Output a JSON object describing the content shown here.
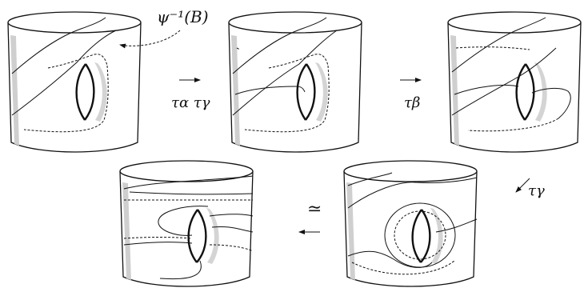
{
  "labels": {
    "preimage": "ψ⁻¹(B)",
    "step1": "τα τγ",
    "step2": "τβ",
    "step3": "τγ",
    "equiv": "≃"
  },
  "colors": {
    "ink": "#111111",
    "band": "#cfcfcf",
    "background": "#ffffff"
  },
  "panels": [
    {
      "id": "p1",
      "caption": ""
    },
    {
      "id": "p2",
      "caption": ""
    },
    {
      "id": "p3",
      "caption": ""
    },
    {
      "id": "p4",
      "caption": ""
    },
    {
      "id": "p5",
      "caption": ""
    }
  ]
}
